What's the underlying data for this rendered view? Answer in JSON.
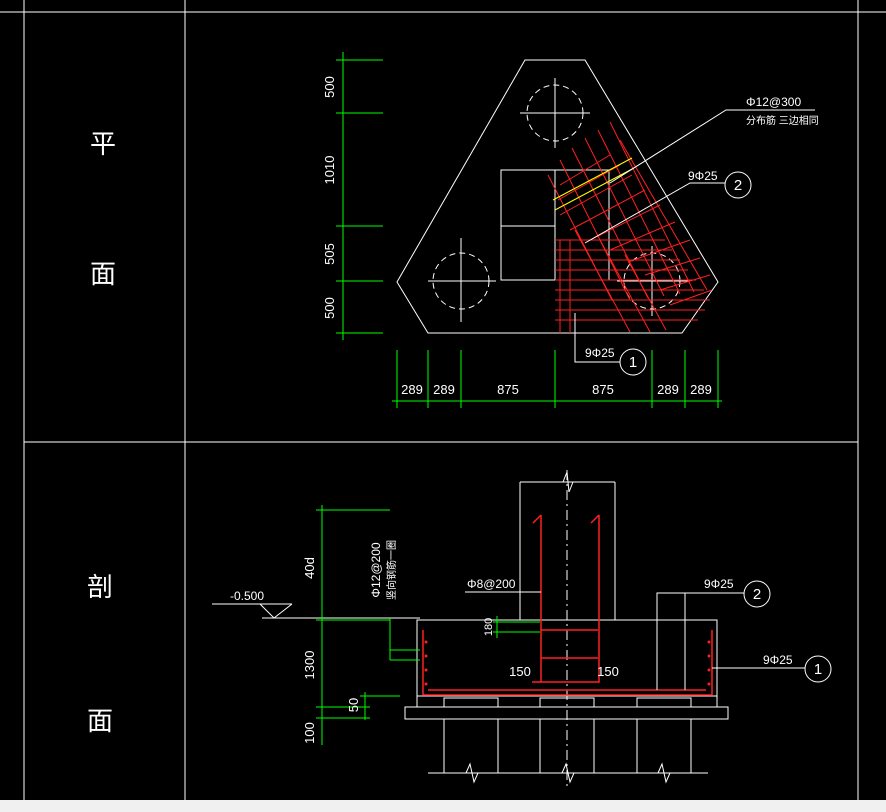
{
  "colors": {
    "background": "#000000",
    "frame": "#ffffff",
    "dimension": "#00ff00",
    "rebar": "#ff2020",
    "rebar_alt": "#ff0000",
    "highlight": "#ffff00"
  },
  "labels": {
    "plan_char1": "平",
    "plan_char2": "面",
    "section_char1": "剖",
    "section_char2": "面"
  },
  "plan": {
    "v_dims": [
      "500",
      "1010",
      "505",
      "500"
    ],
    "h_dims": [
      "289",
      "289",
      "875",
      "875",
      "289",
      "289"
    ],
    "note_top_line1": "Φ12@300",
    "note_top_line2": "分布筋 三边相同",
    "rebar2_label": "9Φ25",
    "rebar2_num": "2",
    "rebar1_label": "9Φ25",
    "rebar1_num": "1"
  },
  "section": {
    "v_dims": [
      "40d",
      "1300",
      "50",
      "100"
    ],
    "elev_label": "-0.500",
    "stirrup_line1": "Φ12@200",
    "stirrup_line2": "竖向钢筋一圈",
    "stirrup_b": "Φ8@200",
    "dim_180": "180",
    "dim_150a": "150",
    "dim_150b": "150",
    "rebar2_label": "9Φ25",
    "rebar2_num": "2",
    "rebar1_label": "9Φ25",
    "rebar1_num": "1"
  }
}
